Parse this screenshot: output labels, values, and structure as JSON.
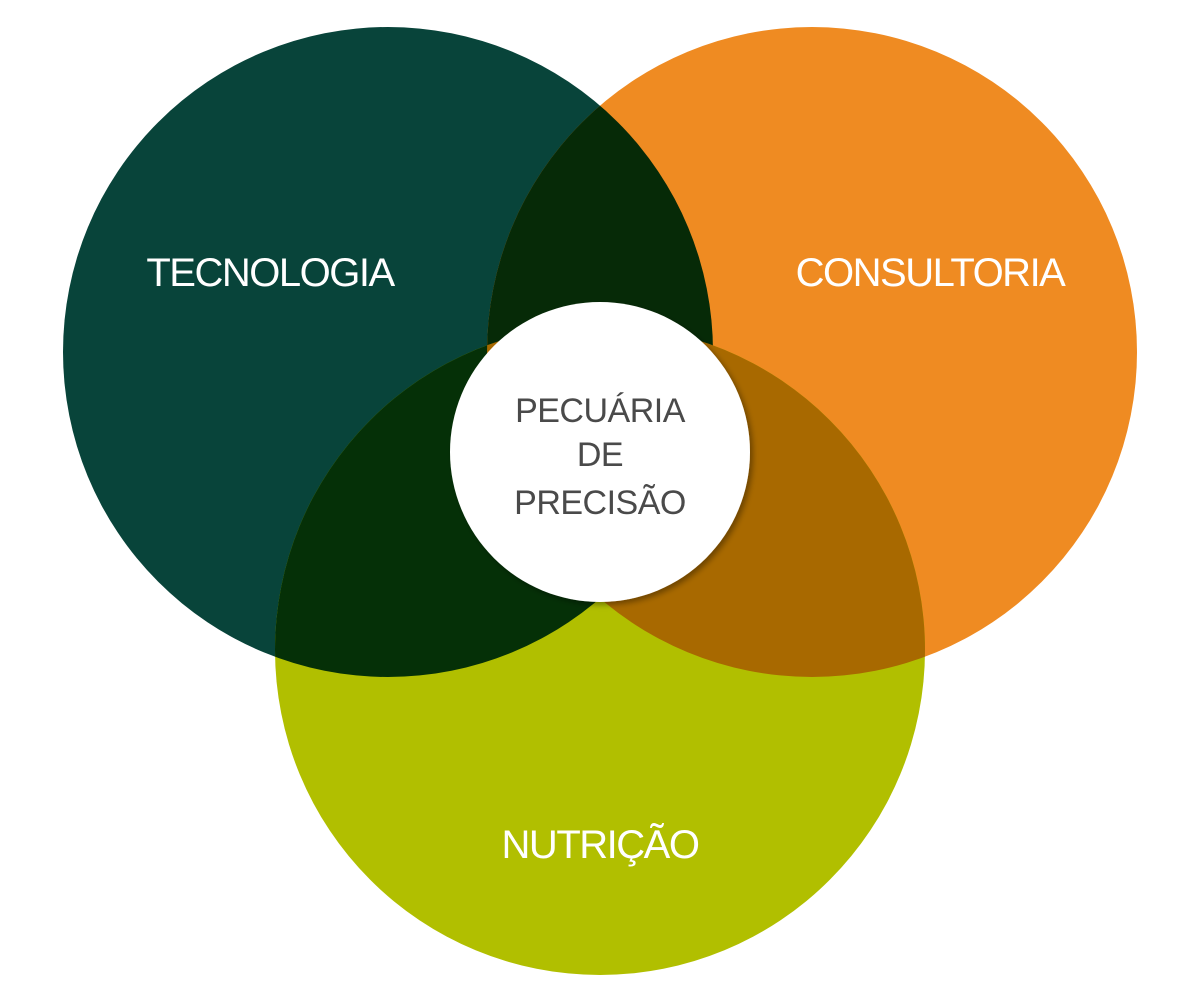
{
  "diagram": {
    "type": "venn",
    "sets": [
      {
        "id": "tecnologia",
        "label": "TECNOLOGIA",
        "color": "#08443A"
      },
      {
        "id": "consultoria",
        "label": "CONSULTORIA",
        "color": "#EF8B22"
      },
      {
        "id": "nutricao",
        "label": "NUTRIÇÃO",
        "color": "#B1BF00"
      }
    ],
    "intersections": {
      "tecnologia_consultoria": "#062A07",
      "tecnologia_nutricao": "#053007",
      "consultoria_nutricao": "#A86900"
    },
    "center": {
      "lines": [
        "PECUÁRIA",
        "DE",
        "PRECISÃO"
      ],
      "fill": "#ffffff",
      "text_color": "#4a4a4a"
    }
  }
}
